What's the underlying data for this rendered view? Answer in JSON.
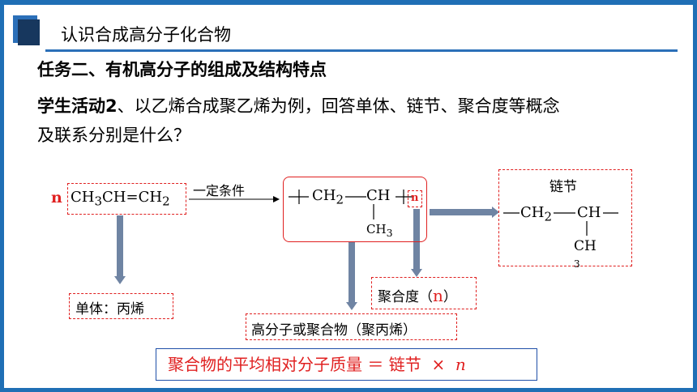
{
  "header": {
    "title": "认识合成高分子化合物"
  },
  "task_title": "任务二、有机高分子的组成及结构特点",
  "activity": {
    "lead": "学生活动2",
    "text_line1": "、以乙烯合成聚乙烯为例，回答单体、链节、聚合度等概念",
    "text_line2": "及联系分别是什么？"
  },
  "reaction": {
    "n": "n",
    "monomer_formula": "CH3CH=CH2",
    "condition": "一定条件",
    "polymer_ch2": "CH2",
    "polymer_ch": "CH",
    "polymer_ch3": "CH3",
    "polymer_n": "n"
  },
  "chain_link_box": {
    "label": "链节",
    "ch2": "CH2",
    "ch": "CH",
    "ch3": "CH3"
  },
  "labels": {
    "monomer": "单体：丙烯",
    "polymer": "高分子或聚合物（聚丙烯）",
    "degree_prefix": "聚合度（",
    "degree_n": "n",
    "degree_suffix": "）"
  },
  "formula": {
    "text": "聚合物的平均相对分子质量 ＝ 链节",
    "times": "×",
    "n": "n"
  },
  "colors": {
    "accent": "#1f6fb5",
    "red": "#e02020",
    "arrow": "#6f84a3"
  }
}
